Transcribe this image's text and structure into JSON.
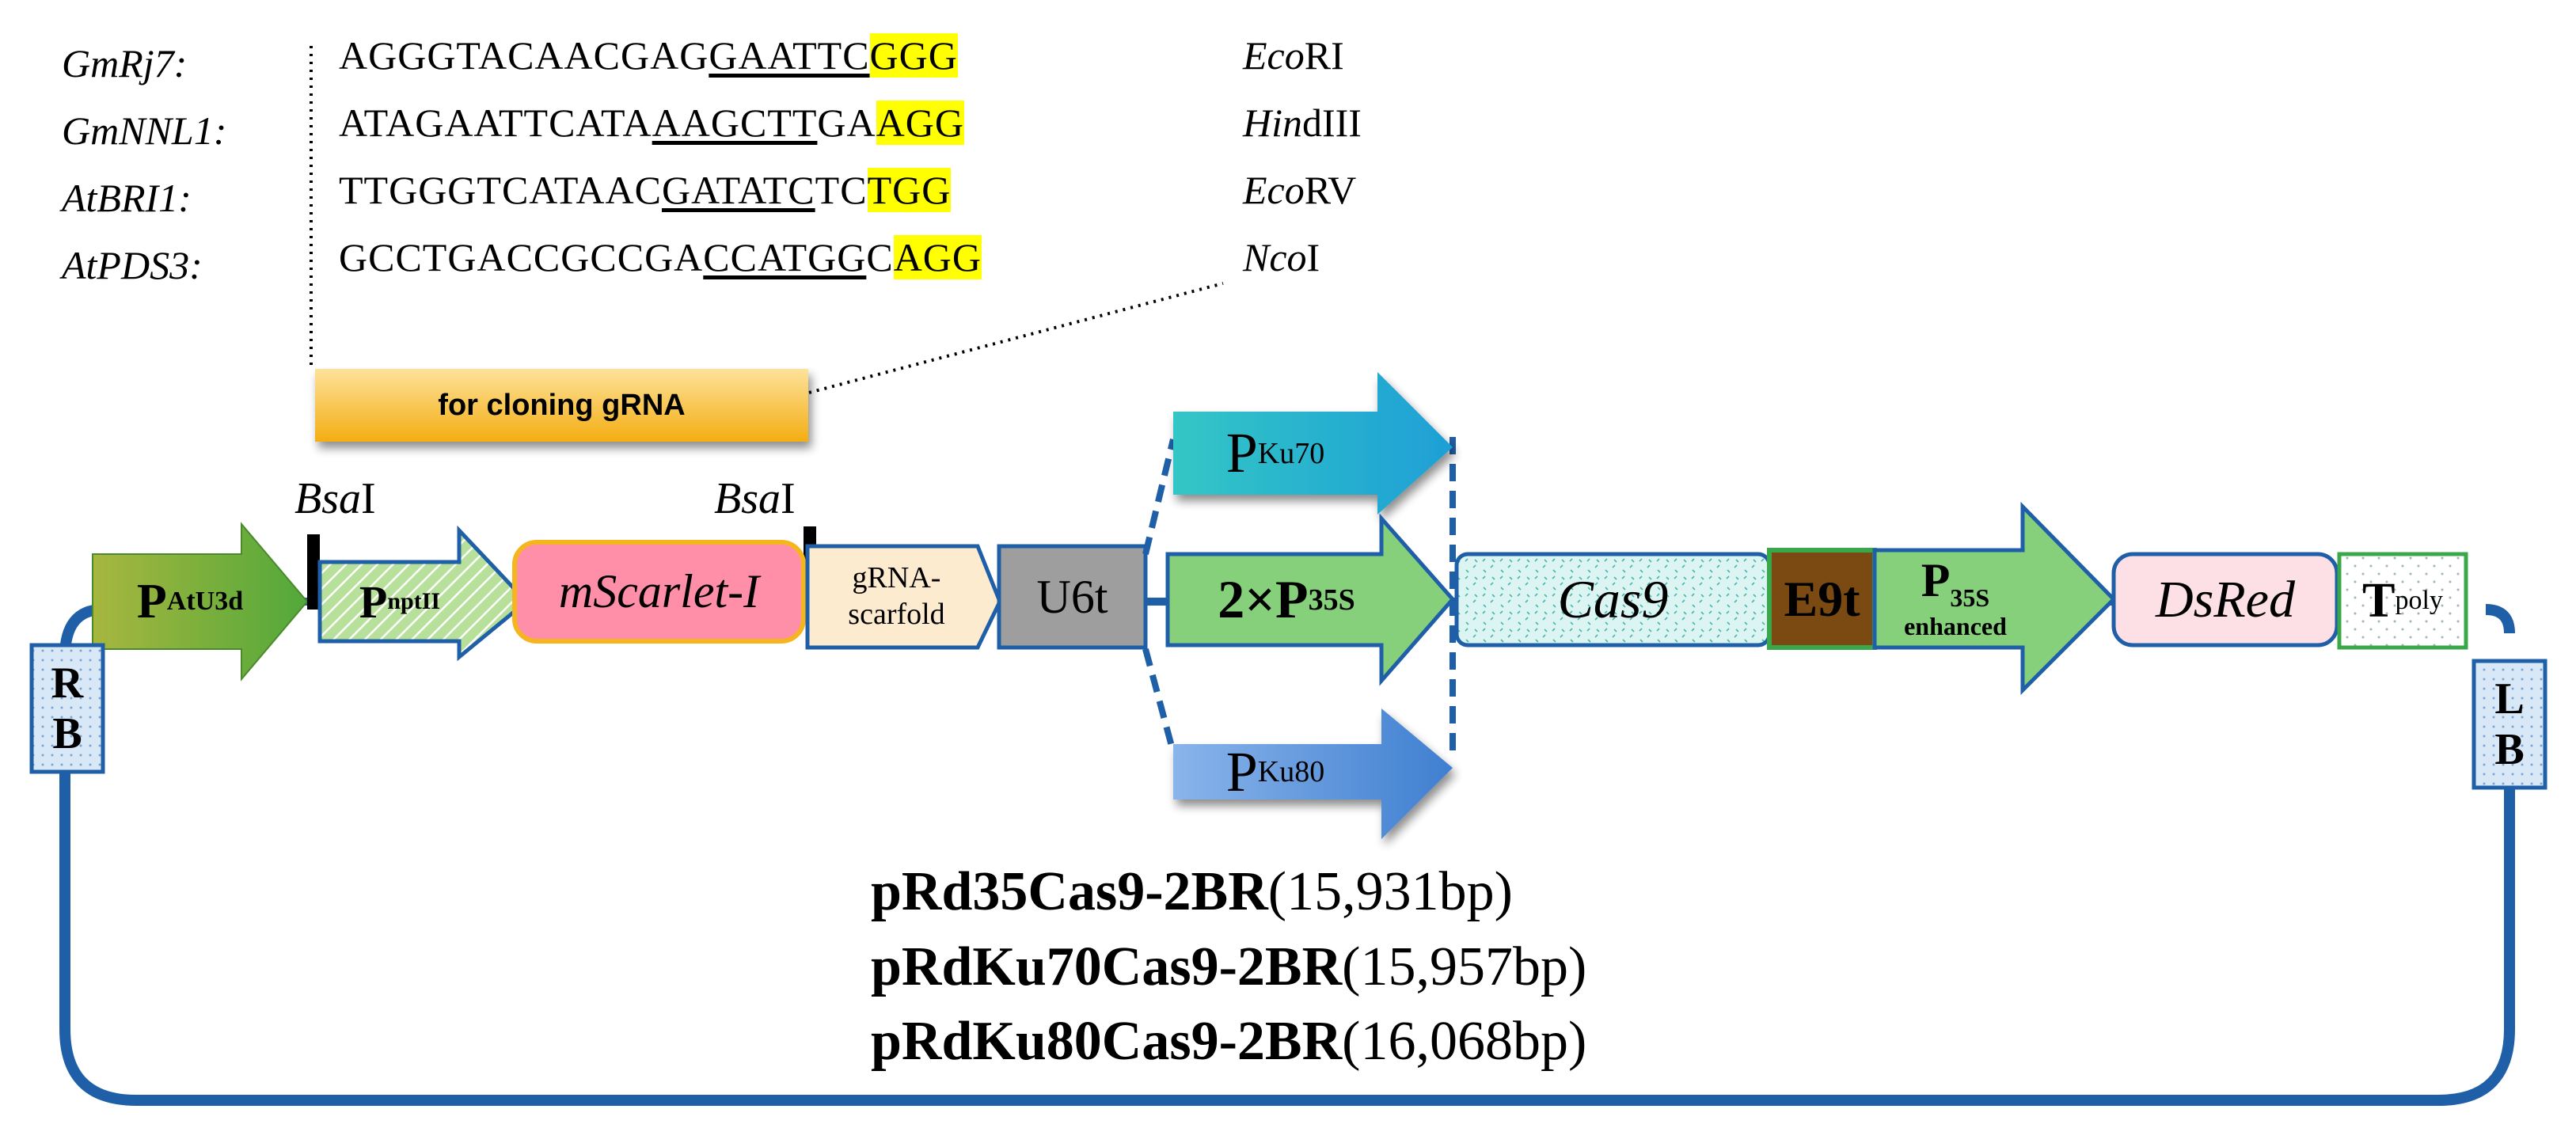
{
  "targets": [
    {
      "gene": "GmRj7:",
      "seq_pre": "AGGGTACAACGAG",
      "seq_site": "GAATTC",
      "seq_mid": "",
      "pam": "GGG",
      "enz_it": "Eco",
      "enz_rest": "RI"
    },
    {
      "gene": "GmNNL1:",
      "seq_pre": "ATAGAATTCATA",
      "seq_site": "AAGCTT",
      "seq_mid": "GA",
      "pam": "AGG",
      "enz_it": "Hin",
      "enz_rest": "dIII"
    },
    {
      "gene": "AtBRI1:",
      "seq_pre": "TTGGGTCATAAC",
      "seq_site": "GATATC",
      "seq_mid": "TC",
      "pam": "TGG",
      "enz_it": "Eco",
      "enz_rest": "RV"
    },
    {
      "gene": "AtPDS3:",
      "seq_pre": "GCCTGACCGCCGA",
      "seq_site": "CCATGG",
      "seq_mid": "C",
      "pam": "AGG",
      "enz_it": "Nco",
      "enz_rest": "I"
    }
  ],
  "cloning_label": "for cloning gRNA",
  "bsai": {
    "it": "Bsa",
    "rest": "I"
  },
  "elements": {
    "p_atu3d": {
      "main": "P",
      "sub": "AtU3d"
    },
    "p_nptii": {
      "main": "P",
      "sub": "nptII"
    },
    "mscarlet": "mScarlet-I",
    "scaffold_1": "gRNA-",
    "scaffold_2": "scarfold",
    "u6t": "U6t",
    "p_ku70": {
      "main": "P",
      "sub": "Ku70"
    },
    "p_35s": {
      "main": "2×P",
      "sub": "35S"
    },
    "p_ku80": {
      "main": "P",
      "sub": "Ku80"
    },
    "cas9": "Cas9",
    "e9t": "E9t",
    "p_35s_enh": {
      "main": "P",
      "sub": "35S",
      "sub2": "enhanced"
    },
    "dsred": "DsRed",
    "tpoly": {
      "main": "T",
      "sub": "poly"
    }
  },
  "borders": {
    "rb": [
      "R",
      "B"
    ],
    "lb": [
      "L",
      "B"
    ]
  },
  "plasmids": [
    {
      "name": "pRd35Cas9-2BR",
      "size": "(15,931bp)"
    },
    {
      "name": "pRdKu70Cas9-2BR",
      "size": "(15,957bp)"
    },
    {
      "name": "pRdKu80Cas9-2BR",
      "size": "(16,068bp)"
    }
  ],
  "colors": {
    "backbone": "#1f5fa8",
    "pam_highlight": "#ffff00",
    "gold": "#f5b51e",
    "atu3d": "#6fa83a",
    "nptii": "#9ccf6d",
    "mscarlet": "#ff8ea8",
    "scaffold": "#fdebcf",
    "u6t": "#9e9e9e",
    "ku70": "#26b4cc",
    "p35s": "#86cf7b",
    "ku80": "#6a9ad8",
    "cas9": "#d2f2ef",
    "e9t": "#7a4a12",
    "dsred": "#fce0e6",
    "tpoly": "#ffffff"
  }
}
